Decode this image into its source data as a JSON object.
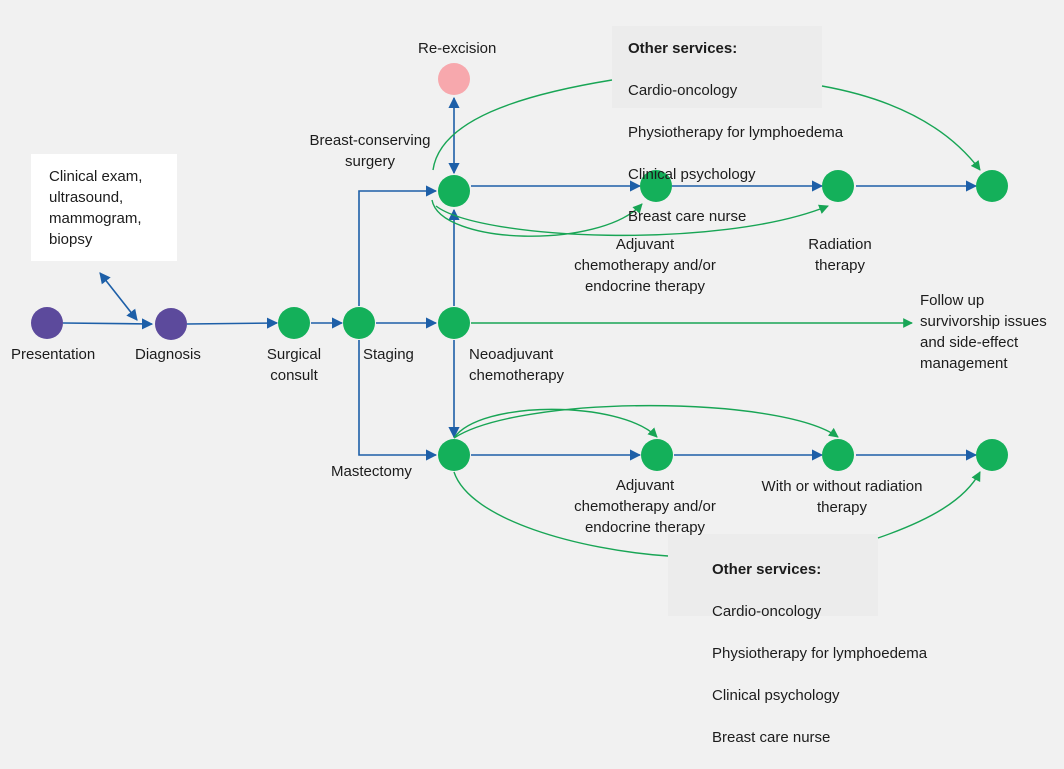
{
  "colors": {
    "background": "#f1f1f1",
    "initial_node": "#5c4a9c",
    "care_node": "#14b05a",
    "reexcision_node": "#f7a8ad",
    "blue_arrow": "#1d5fa8",
    "green_arrow": "#18a555"
  },
  "box": {
    "text": "Clinical exam,\nultrasound,\nmammogram,\nbiopsy"
  },
  "labels": {
    "presentation": "Presentation",
    "diagnosis": "Diagnosis",
    "surgical_consult": "Surgical\nconsult",
    "staging": "Staging",
    "re_excision": "Re-excision",
    "breast_conserving": "Breast-conserving\nsurgery",
    "neoadjuvant": "Neoadjuvant\nchemotherapy",
    "mastectomy": "Mastectomy",
    "adjuvant_top": "Adjuvant\nchemotherapy and/or\nendocrine therapy",
    "radiation": "Radiation\ntherapy",
    "follow_up": "Follow up\nsurvivorship issues\nand side-effect\nmanagement",
    "adjuvant_bottom": "Adjuvant\nchemotherapy and/or\nendocrine therapy",
    "with_without_radiation": "With or without radiation\ntherapy"
  },
  "services_top": {
    "title": "Other services:",
    "items": [
      "Cardio-oncology",
      "Physiotherapy for lymphoedema",
      "Clinical psychology",
      "Breast care nurse"
    ]
  },
  "services_bottom": {
    "title": "Other services:",
    "items": [
      "Cardio-oncology",
      "Physiotherapy for lymphoedema",
      "Clinical psychology",
      "Breast care nurse"
    ]
  }
}
